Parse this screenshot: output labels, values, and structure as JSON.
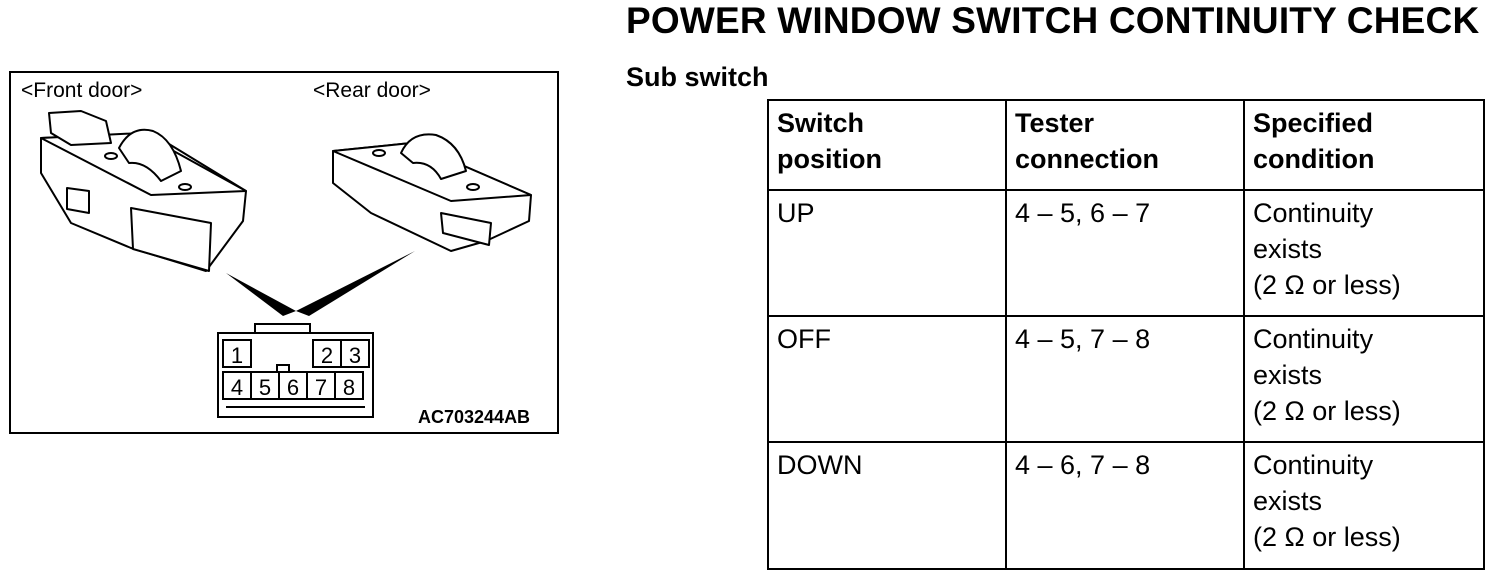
{
  "header": {
    "title": "POWER WINDOW SWITCH CONTINUITY CHECK",
    "subtitle": "Sub switch"
  },
  "figure": {
    "front_label": "<Front door>",
    "rear_label": "<Rear door>",
    "code": "AC703244AB",
    "connector_pins": [
      "1",
      "2",
      "3",
      "4",
      "5",
      "6",
      "7",
      "8"
    ]
  },
  "table": {
    "headers": [
      "Switch\nposition",
      "Tester\nconnection",
      "Specified\ncondition"
    ],
    "rows": [
      {
        "position": "UP",
        "connection": "4 – 5, 6 – 7",
        "condition": "Continuity\nexists\n(2 Ω or less)"
      },
      {
        "position": "OFF",
        "connection": "4 – 5, 7 – 8",
        "condition": "Continuity\nexists\n(2 Ω or less)"
      },
      {
        "position": "DOWN",
        "connection": "4 – 6, 7 – 8",
        "condition": "Continuity\nexists\n(2 Ω or less)"
      }
    ]
  }
}
